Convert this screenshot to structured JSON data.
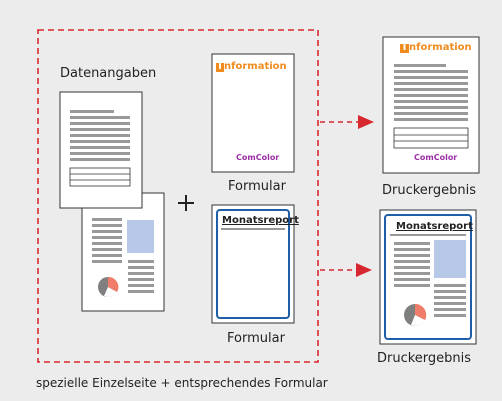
{
  "labels": {
    "data_input": "Datenangaben",
    "form_label_top": "Formular",
    "form_label_bottom": "Formular",
    "result_top": "Druckergebnis",
    "result_bottom": "Druckergebnis",
    "caption": "spezielle Einzelseite + entsprechendes Formular",
    "plus": "+"
  },
  "forms": {
    "information_initial": "I",
    "information_rest": "nformation",
    "brand": "ComColor",
    "report_title": "Monatsreport"
  },
  "colors": {
    "background": "#ececec",
    "dashed_box": "#d8282f",
    "arrow": "#d8282f",
    "orange": "#f08c1e",
    "brand_purple": "#9b2fa6",
    "frame_blue": "#1f5fa8",
    "photo_blue": "#b7c8e8",
    "pie_red": "#ef7d6a",
    "pie_grey": "#7f7f7f"
  }
}
